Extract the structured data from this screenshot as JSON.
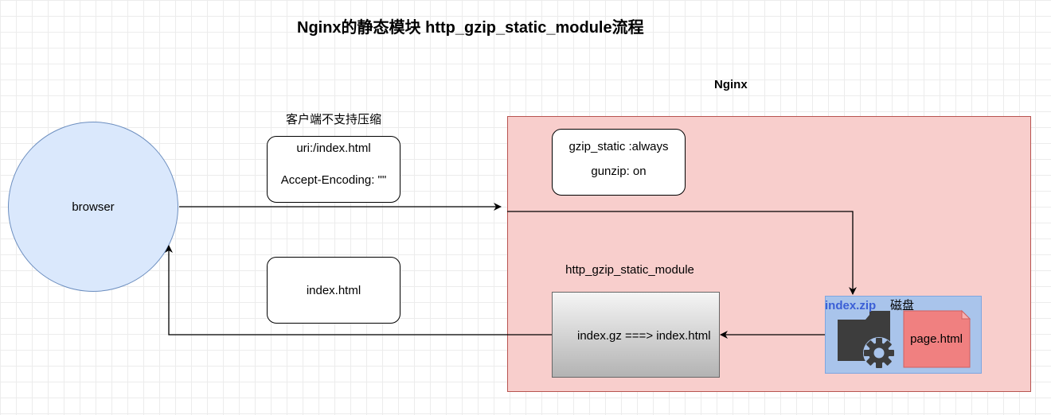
{
  "title": "Nginx的静态模块 http_gzip_static_module流程",
  "nginx_label": "Nginx",
  "browser": {
    "label": "browser"
  },
  "request": {
    "note": "客户端不支持压缩",
    "uri": "uri:/index.html",
    "accept_encoding": "Accept-Encoding: \"\""
  },
  "response": {
    "label": "index.html"
  },
  "config": {
    "gzip_static": "gzip_static :always",
    "gunzip": "gunzip: on"
  },
  "module": {
    "name": "http_gzip_static_module",
    "process": "index.gz ===> index.html"
  },
  "disk": {
    "label": "磁盘",
    "zip_file": "index.zip",
    "page_file": "page.html"
  },
  "colors": {
    "nginx_fill": "#f8cecc",
    "nginx_stroke": "#b85450",
    "browser_fill": "#dae8fc",
    "browser_stroke": "#6c8ebf",
    "disk_fill": "#a9c4eb",
    "page_fill": "#f08080",
    "zip_text": "#3b5fd6"
  },
  "icons": [
    "folder-gear-icon",
    "page-document-icon"
  ]
}
